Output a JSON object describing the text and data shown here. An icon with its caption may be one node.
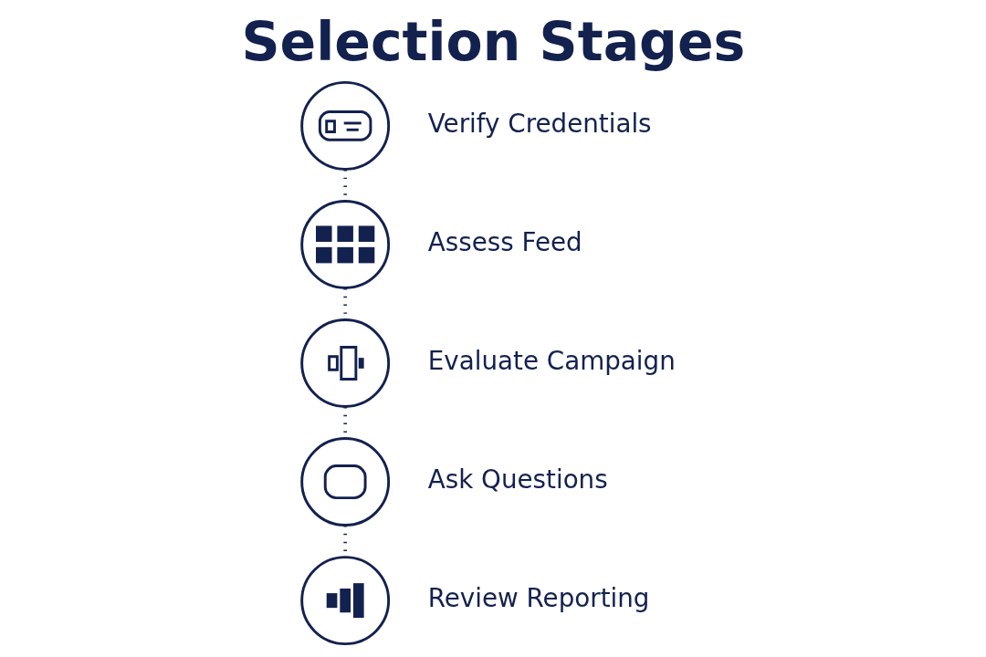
{
  "diagram": {
    "title": "Selection Stages",
    "nodes": [
      {
        "text": [],
        "shape": "circle",
        "beside": [
          "Verify Credentials"
        ]
      },
      {
        "text": [],
        "shape": "circle",
        "beside": [
          "Assess Feed"
        ]
      },
      {
        "text": [],
        "shape": "circle",
        "beside": [
          "Evaluate Campaign"
        ]
      },
      {
        "text": [],
        "shape": "circle",
        "beside": [
          "Ask Questions"
        ]
      },
      {
        "text": [],
        "shape": "circle",
        "beside": [
          "Review Reporting"
        ]
      }
    ],
    "edges": [
      {
        "from": 0,
        "to": 1,
        "arrow": "none",
        "style": "dashed"
      },
      {
        "from": 1,
        "to": 2,
        "arrow": "none",
        "style": "dashed"
      },
      {
        "from": 2,
        "to": 3,
        "arrow": "none",
        "style": "dashed"
      },
      {
        "from": 3,
        "to": 4,
        "arrow": "none",
        "style": "dashed"
      }
    ]
  }
}
